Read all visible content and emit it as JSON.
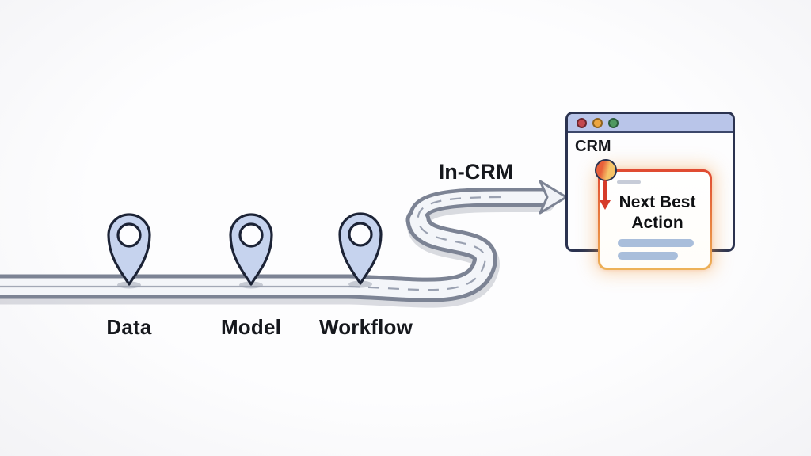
{
  "journey": {
    "stops": [
      {
        "label": "Data"
      },
      {
        "label": "Model"
      },
      {
        "label": "Workflow"
      }
    ],
    "arrow_label": "In-CRM"
  },
  "crm_window": {
    "title": "CRM",
    "traffic_lights": [
      {
        "icon": "red-circle-icon",
        "color": "#c4494f"
      },
      {
        "icon": "yellow-circle-icon",
        "color": "#eda63f"
      },
      {
        "icon": "green-circle-icon",
        "color": "#4f9960"
      }
    ],
    "card": {
      "title": "Next Best Action",
      "placeholder_lines": 2,
      "pointer_icon": "click-pointer-icon"
    }
  },
  "colors": {
    "titlebar": "#b9c5e9",
    "window_border": "#2b3350",
    "pin_fill": "#c6d3ee",
    "pin_outline": "#1c2336",
    "road_edge": "#7c8394",
    "road_surface": "#f3f5f9",
    "card_border_top": "#e04a32",
    "card_border_bottom": "#edb258",
    "card_glow": "#f4a64d",
    "placeholder_bar": "#a9bedb",
    "pointer_arrow": "#d63b2a",
    "label_text": "#16181d"
  }
}
